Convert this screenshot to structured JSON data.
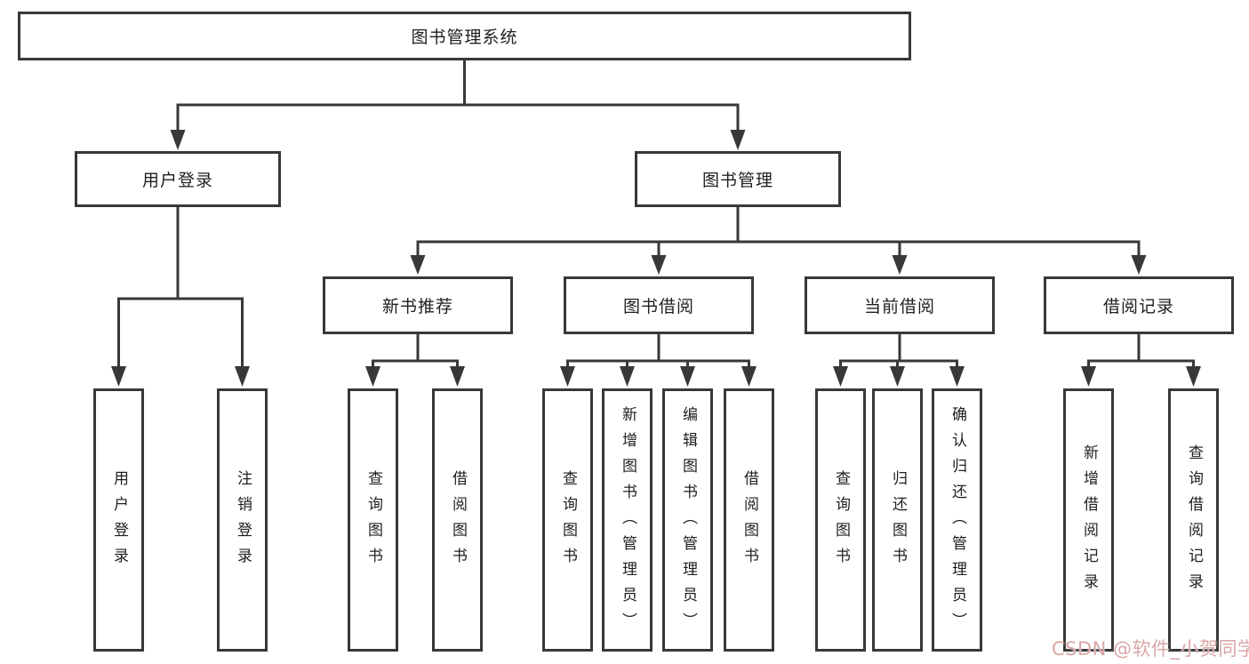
{
  "diagram": {
    "root": {
      "label": "图书管理系统"
    },
    "level2": [
      {
        "label": "用户登录"
      },
      {
        "label": "图书管理"
      }
    ],
    "level3": [
      {
        "label": "新书推荐"
      },
      {
        "label": "图书借阅"
      },
      {
        "label": "当前借阅"
      },
      {
        "label": "借阅记录"
      }
    ],
    "leaves": {
      "g1": [
        "用户登录",
        "注销登录"
      ],
      "g2": [
        "查询图书",
        "借阅图书"
      ],
      "g3": [
        "查询图书",
        "新增图书（管理员）",
        "编辑图书（管理员）",
        "借阅图书"
      ],
      "g4": [
        "查询图书",
        "归还图书",
        "确认归还（管理员）"
      ],
      "g5": [
        "新增借阅记录",
        "查询借阅记录"
      ]
    }
  },
  "watermark": {
    "text": "CSDN @软件_小贺同学"
  },
  "colors": {
    "line": "#383838",
    "text": "#1f1f1f",
    "box_bg": "#ffffff",
    "watermark": "#d9a6a6"
  }
}
